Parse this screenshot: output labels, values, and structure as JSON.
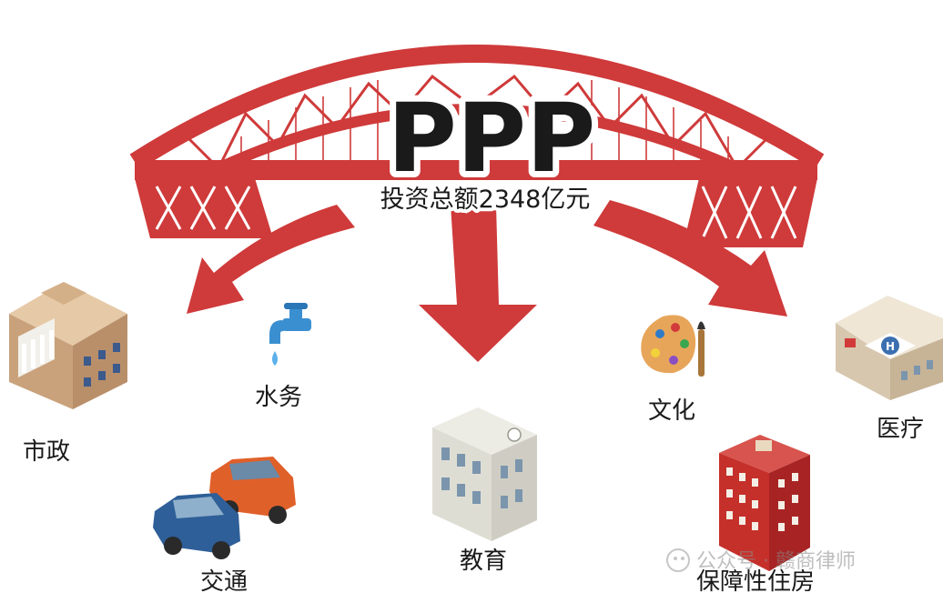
{
  "title": "PPP",
  "subtitle": "投资总额2348亿元",
  "sectors": {
    "municipal": "市政",
    "water": "水务",
    "transport": "交通",
    "education": "教育",
    "culture": "文化",
    "housing": "保障性住房",
    "medical": "医疗"
  },
  "watermark": "公众号 · 赣商律师",
  "colors": {
    "bridge_red": "#cf3a3a",
    "bridge_dark": "#a82424",
    "text": "#1a1a1a"
  }
}
